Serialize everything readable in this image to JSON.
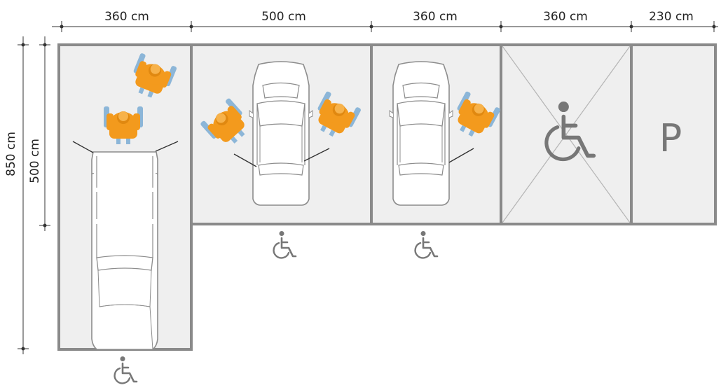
{
  "dimensions": {
    "widths": [
      "360 cm",
      "500 cm",
      "360 cm",
      "360 cm",
      "230 cm"
    ],
    "outer_height": "850 cm",
    "inner_height": "500 cm"
  },
  "letter_p": "P",
  "colors": {
    "slot_fill": "#efefef",
    "slot_stroke": "#8a8a8a",
    "dimension_line": "#333333",
    "person": "#f39a1d",
    "wheel": "#8cb6d8",
    "car_stroke": "#8c8c8c"
  },
  "icons": [
    "wheelchair-icon",
    "person-icon",
    "car-icon"
  ]
}
